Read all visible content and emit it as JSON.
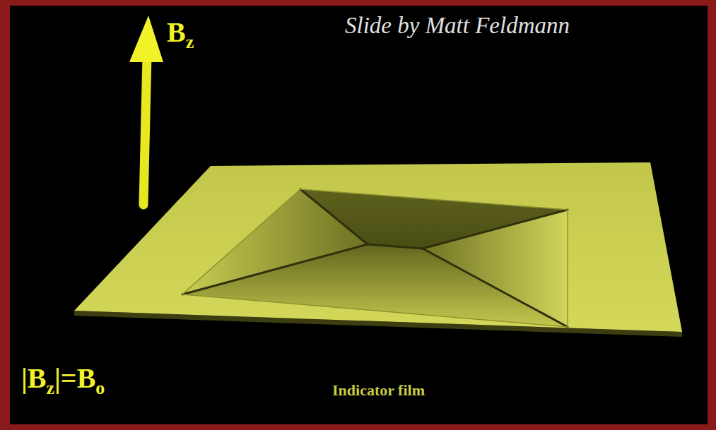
{
  "diagram": {
    "labels": [
      "Slide by Matt Feldmann",
      "B",
      "z",
      "|B",
      "z",
      "|=B",
      "o",
      "Indicator film"
    ]
  }
}
